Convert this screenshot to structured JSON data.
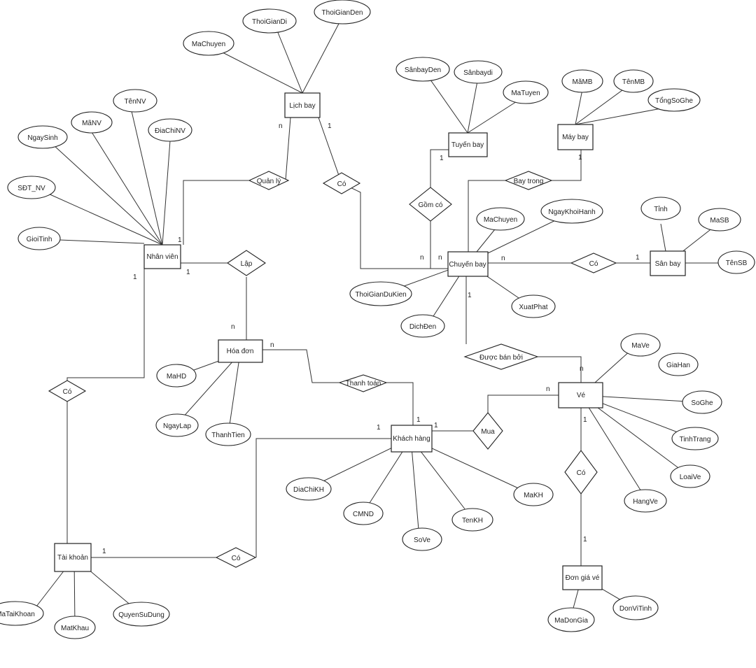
{
  "entities": {
    "lich_bay": "Lịch bay",
    "tuyen_bay": "Tuyến bay",
    "may_bay": "Máy bay",
    "nhan_vien": "Nhân viên",
    "chuyen_bay": "Chuyến bay",
    "san_bay": "Sân bay",
    "hoa_don": "Hóa đơn",
    "ve": "Vé",
    "khach_hang": "Khách hàng",
    "tai_khoan": "Tài khoản",
    "don_gia_ve": "Đơn giá vé"
  },
  "relationships": {
    "quan_ly": "Quản lý",
    "co_lich": "Có",
    "gom_co": "Gồm có",
    "bay_trong": "Bay trong",
    "lap": "Lập",
    "co_san_bay": "Có",
    "duoc_ban_boi": "Được bán bởi",
    "thanh_toan": "Thanh toán",
    "co_tai_khoan": "Có",
    "mua": "Mua",
    "co_don_gia": "Có",
    "co_kh_tk": "Có"
  },
  "attributes": {
    "thoi_gian_di": "ThoiGianDi",
    "thoi_gian_den": "ThoiGianDen",
    "ma_chuyen_lb": "MaChuyen",
    "san_bay_den": "SânbayDen",
    "san_bay_di": "Sânbaydi",
    "ma_tuyen": "MaTuyen",
    "ma_mb": "MãMB",
    "ten_mb": "TênMB",
    "tong_so_ghe": "TổngSoGhe",
    "ten_nv": "TênNV",
    "ma_nv": "MãNV",
    "ngay_sinh": "NgaySinh",
    "dia_chi_nv": "ĐiaChiNV",
    "sdt_nv": "SĐT_NV",
    "gioi_tinh": "GioiTinh",
    "ma_chuyen_cb": "MaChuyen",
    "ngay_khoi_hanh": "NgayKhoiHanh",
    "tinh": "Tỉnh",
    "ma_sb": "MaSB",
    "ten_sb": "TênSB",
    "thoi_gian_du_kien": "ThoiGianDuKien",
    "xuat_phat": "XuatPhat",
    "dich_den": "DichĐen",
    "ma_ve": "MaVe",
    "gia_han": "GiaHan",
    "so_ghe": "SoGhe",
    "tinh_trang": "TinhTrang",
    "loai_ve": "LoaiVe",
    "hang_ve": "HangVe",
    "ma_hd": "MaHD",
    "ngay_lap": "NgayLap",
    "thanh_tien": "ThanhTien",
    "dia_chi_kh": "DiaChiKH",
    "cmnd": "CMND",
    "so_ve": "SoVe",
    "ten_kh": "TenKH",
    "ma_kh": "MaKH",
    "ma_tai_khoan": "MaTaiKhoan",
    "mat_khau": "MatKhau",
    "quyen_su_dung": "QuyenSuDung",
    "ma_don_gia": "MaDonGia",
    "don_vi_tinh": "DonViTinh"
  },
  "cardinalities": {
    "lb_n": "n",
    "lb_1": "1",
    "tb_1": "1",
    "mb_1": "1",
    "nv_1a": "1",
    "nv_1b": "1",
    "nv_1c": "1",
    "cb_n1": "n",
    "cb_n2": "n",
    "cb_n3": "n",
    "cb_1": "1",
    "sb_1": "1",
    "hd_n1": "n",
    "hd_n2": "n",
    "ve_n1": "n",
    "ve_n2": "n",
    "ve_1": "1",
    "kh_1a": "1",
    "kh_1b": "1",
    "kh_1c": "1",
    "tk_1": "1",
    "dg_1": "1"
  }
}
